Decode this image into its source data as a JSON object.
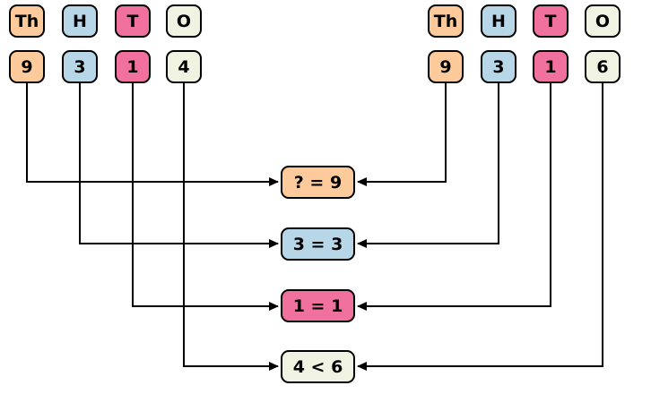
{
  "left": {
    "headers": [
      "Th",
      "H",
      "T",
      "O"
    ],
    "digits": [
      "9",
      "3",
      "1",
      "4"
    ]
  },
  "right": {
    "headers": [
      "Th",
      "H",
      "T",
      "O"
    ],
    "digits": [
      "9",
      "3",
      "1",
      "6"
    ]
  },
  "comparisons": [
    "? = 9",
    "3 = 3",
    "1 = 1",
    "4 < 6"
  ],
  "colors": {
    "thousands": "#FCCA9B",
    "hundreds": "#B7D7E8",
    "tens": "#F0709E",
    "ones": "#F0F2E2"
  }
}
